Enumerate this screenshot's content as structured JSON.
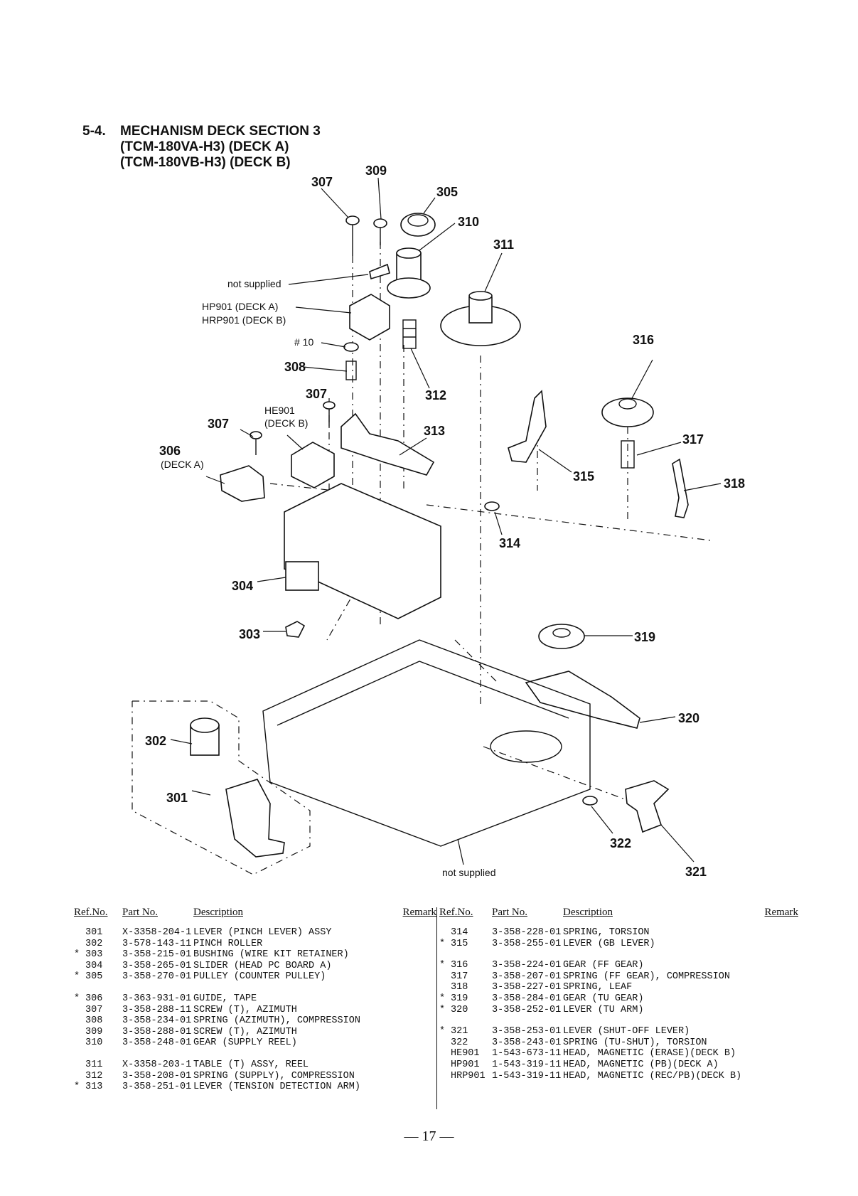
{
  "header": {
    "section_number": "5-4.",
    "title": "MECHANISM DECK SECTION 3",
    "subtitle_a": "(TCM-180VA-H3) (DECK A)",
    "subtitle_b": "(TCM-180VB-H3) (DECK B)"
  },
  "diagram": {
    "callouts": {
      "c301": "301",
      "c302": "302",
      "c303": "303",
      "c304": "304",
      "c305": "305",
      "c306": "306",
      "c307a": "307",
      "c307b": "307",
      "c307c": "307",
      "c308": "308",
      "c309": "309",
      "c310": "310",
      "c311": "311",
      "c312": "312",
      "c313": "313",
      "c314": "314",
      "c315": "315",
      "c316": "316",
      "c317": "317",
      "c318": "318",
      "c319": "319",
      "c320": "320",
      "c321": "321",
      "c322": "322"
    },
    "notes": {
      "not_supplied_top": "not supplied",
      "hp901": "HP901 (DECK A)",
      "hrp901": "HRP901 (DECK B)",
      "ten": "# 10",
      "he901": "HE901",
      "deck_b": "(DECK B)",
      "deck_a": "(DECK A)",
      "not_supplied_bottom": "not supplied"
    }
  },
  "parts_table": {
    "headers": {
      "ref": "Ref.No.",
      "part": "Part No.",
      "desc": "Description",
      "remark": "Remark"
    },
    "left_groups": [
      [
        {
          "mark": "",
          "ref": "301",
          "part": "X-3358-204-1",
          "desc": "LEVER (PINCH LEVER) ASSY"
        },
        {
          "mark": "",
          "ref": "302",
          "part": "3-578-143-11",
          "desc": "PINCH ROLLER"
        },
        {
          "mark": "*",
          "ref": "303",
          "part": "3-358-215-01",
          "desc": "BUSHING (WIRE KIT RETAINER)"
        },
        {
          "mark": "",
          "ref": "304",
          "part": "3-358-265-01",
          "desc": "SLIDER (HEAD PC BOARD A)"
        },
        {
          "mark": "*",
          "ref": "305",
          "part": "3-358-270-01",
          "desc": "PULLEY (COUNTER PULLEY)"
        }
      ],
      [
        {
          "mark": "*",
          "ref": "306",
          "part": "3-363-931-01",
          "desc": "GUIDE, TAPE"
        },
        {
          "mark": "",
          "ref": "307",
          "part": "3-358-288-11",
          "desc": "SCREW (T), AZIMUTH"
        },
        {
          "mark": "",
          "ref": "308",
          "part": "3-358-234-01",
          "desc": "SPRING (AZIMUTH), COMPRESSION"
        },
        {
          "mark": "",
          "ref": "309",
          "part": "3-358-288-01",
          "desc": "SCREW (T), AZIMUTH"
        },
        {
          "mark": "",
          "ref": "310",
          "part": "3-358-248-01",
          "desc": "GEAR (SUPPLY REEL)"
        }
      ],
      [
        {
          "mark": "",
          "ref": "311",
          "part": "X-3358-203-1",
          "desc": "TABLE (T) ASSY, REEL"
        },
        {
          "mark": "",
          "ref": "312",
          "part": "3-358-208-01",
          "desc": "SPRING (SUPPLY), COMPRESSION"
        },
        {
          "mark": "*",
          "ref": "313",
          "part": "3-358-251-01",
          "desc": "LEVER (TENSION DETECTION ARM)"
        }
      ]
    ],
    "right_groups": [
      [
        {
          "mark": "",
          "ref": "314",
          "part": "3-358-228-01",
          "desc": "SPRING, TORSION"
        },
        {
          "mark": "*",
          "ref": "315",
          "part": "3-358-255-01",
          "desc": "LEVER (GB LEVER)"
        }
      ],
      [
        {
          "mark": "*",
          "ref": "316",
          "part": "3-358-224-01",
          "desc": "GEAR (FF GEAR)"
        },
        {
          "mark": "",
          "ref": "317",
          "part": "3-358-207-01",
          "desc": "SPRING (FF GEAR), COMPRESSION"
        },
        {
          "mark": "",
          "ref": "318",
          "part": "3-358-227-01",
          "desc": "SPRING, LEAF"
        },
        {
          "mark": "*",
          "ref": "319",
          "part": "3-358-284-01",
          "desc": "GEAR (TU GEAR)"
        },
        {
          "mark": "*",
          "ref": "320",
          "part": "3-358-252-01",
          "desc": "LEVER (TU ARM)"
        }
      ],
      [
        {
          "mark": "*",
          "ref": "321",
          "part": "3-358-253-01",
          "desc": "LEVER (SHUT-OFF LEVER)"
        },
        {
          "mark": "",
          "ref": "322",
          "part": "3-358-243-01",
          "desc": "SPRING (TU-SHUT), TORSION"
        },
        {
          "mark": "",
          "ref": "HE901",
          "part": "1-543-673-11",
          "desc": "HEAD, MAGNETIC (ERASE)(DECK B)"
        },
        {
          "mark": "",
          "ref": "HP901",
          "part": "1-543-319-11",
          "desc": "HEAD, MAGNETIC (PB)(DECK A)"
        },
        {
          "mark": "",
          "ref": "HRP901",
          "part": "1-543-319-11",
          "desc": "HEAD, MAGNETIC (REC/PB)(DECK B)"
        }
      ]
    ]
  },
  "footer": {
    "page_number": "— 17 —"
  }
}
